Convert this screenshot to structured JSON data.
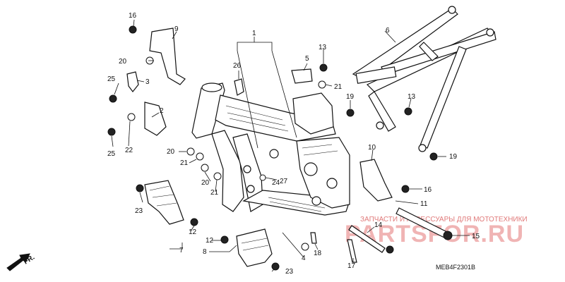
{
  "diagram": {
    "code": "MEB4F2301B",
    "direction_label": "FR.",
    "labels": {
      "p1": "1",
      "p2": "2",
      "p3": "3",
      "p4": "4",
      "p5": "5",
      "p6": "6",
      "p7": "7",
      "p8": "8",
      "p9": "9",
      "p10": "10",
      "p11": "11",
      "p12a": "12",
      "p12b": "12",
      "p13a": "13",
      "p13b": "13",
      "p14": "14",
      "p15": "15",
      "p16a": "16",
      "p16b": "16",
      "p17": "17",
      "p18": "18",
      "p19a": "19",
      "p19b": "19",
      "p20a": "20",
      "p20b": "20",
      "p20c": "20",
      "p21a": "21",
      "p21b": "21",
      "p21c": "21",
      "p22": "22",
      "p23a": "23",
      "p23b": "23",
      "p24": "24",
      "p25a": "25",
      "p25b": "25",
      "p26": "26",
      "p27": "27"
    }
  },
  "watermark": {
    "top_text": "ЗАПЧАСТИ И АКСЕССУАРЫ ДЛЯ МОТОТЕХНИКИ",
    "brand": "PARTSFOR.RU"
  },
  "colors": {
    "line": "#111111",
    "watermark_text": "#e07a7a",
    "watermark_brand": "#f0b4b4"
  }
}
